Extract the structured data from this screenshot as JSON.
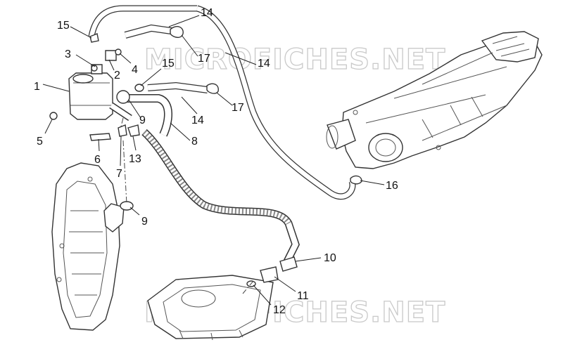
{
  "watermark": "MICROFICHES.NET",
  "callouts": [
    "15",
    "14",
    "3",
    "2",
    "4",
    "15",
    "17",
    "14",
    "1",
    "9",
    "17",
    "14",
    "8",
    "5",
    "6",
    "7",
    "13",
    "9",
    "16",
    "10",
    "11",
    "12"
  ]
}
